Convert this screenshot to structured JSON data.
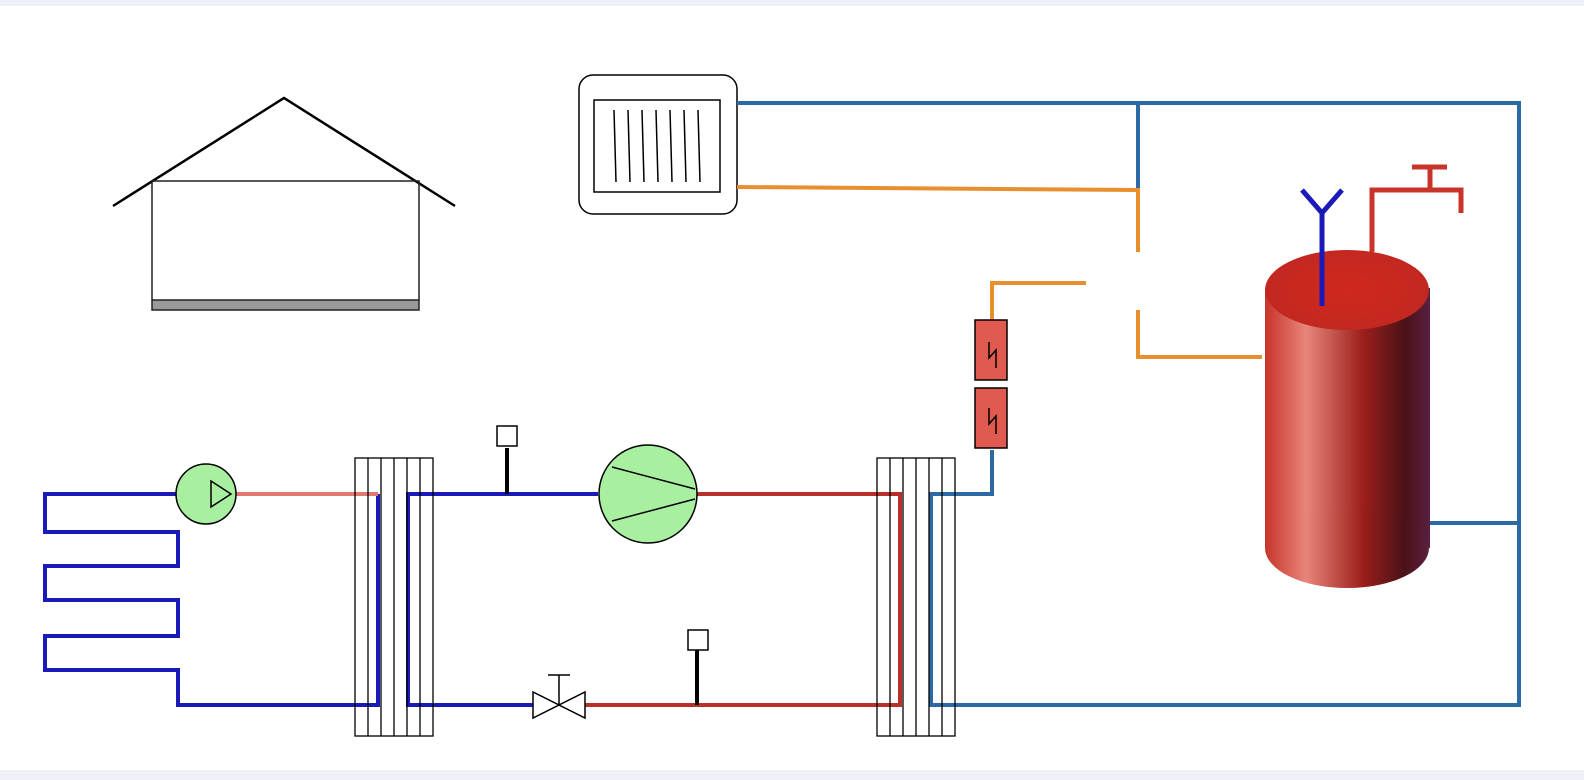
{
  "colors": {
    "background": "#eef0f6",
    "canvas": "#ffffff",
    "brine_pipe": "#1a1ab8",
    "water_pipe": "#2c6aa6",
    "refrigerant_hot": "#b8302a",
    "refrigerant_warm": "#e07a70",
    "flow_orange": "#e8902e",
    "pump_fill": "#a8f0a0",
    "heater_fill": "#e05a50",
    "tank_red": "#c8342a",
    "tank_dark": "#5a1a2a"
  },
  "components": [
    {
      "name": "house",
      "icon": "house-icon"
    },
    {
      "name": "radiator",
      "icon": "radiator-icon"
    },
    {
      "name": "ground-collector",
      "icon": "ground-loop-icon"
    },
    {
      "name": "brine-pump",
      "icon": "pump-icon"
    },
    {
      "name": "evaporator",
      "icon": "heat-exchanger-icon"
    },
    {
      "name": "compressor",
      "icon": "compressor-icon"
    },
    {
      "name": "condenser",
      "icon": "heat-exchanger-icon"
    },
    {
      "name": "expansion-valve",
      "icon": "valve-icon"
    },
    {
      "name": "temperature-sensor",
      "icon": "sensor-icon"
    },
    {
      "name": "electric-heater",
      "icon": "heater-icon"
    },
    {
      "name": "hot-water-tank",
      "icon": "tank-icon"
    },
    {
      "name": "cold-water-inlet",
      "icon": "inlet-icon"
    },
    {
      "name": "hot-water-tap",
      "icon": "tap-icon"
    }
  ]
}
